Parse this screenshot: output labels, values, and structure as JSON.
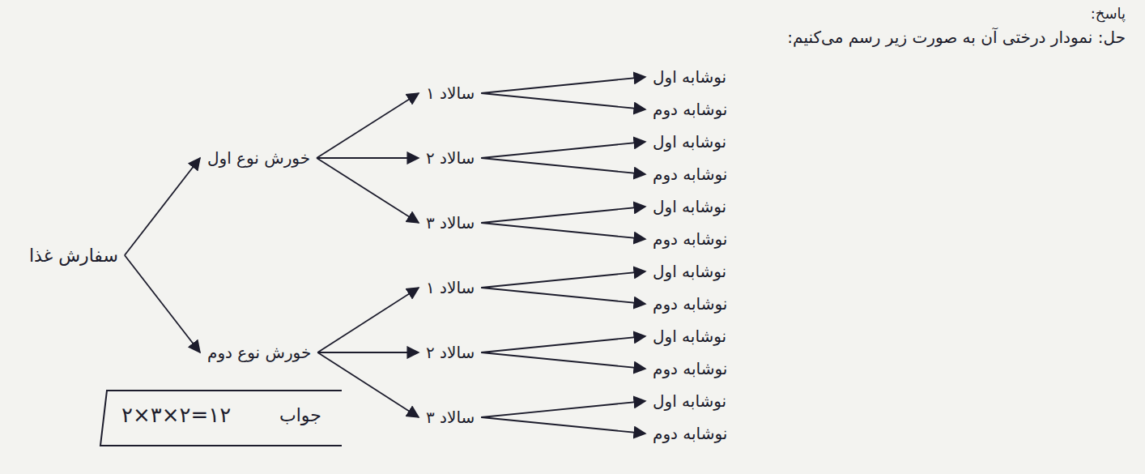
{
  "diagram": {
    "nodes": [
      {
        "text": [
          "سفارش غذا"
        ]
      },
      {
        "text": [
          "خورش نوع اول"
        ]
      },
      {
        "text": [
          "سالاد ۱"
        ]
      },
      {
        "text": [
          "سالاد ۲"
        ]
      },
      {
        "text": [
          "سالاد ۳"
        ]
      },
      {
        "text": [
          "نوشابه اول"
        ]
      },
      {
        "text": [
          "نوشابه دوم"
        ]
      },
      {
        "text": [
          "نوشابه اول"
        ]
      },
      {
        "text": [
          "نوشابه دوم"
        ]
      },
      {
        "text": [
          "نوشابه اول"
        ]
      },
      {
        "text": [
          "نوشابه دوم"
        ]
      },
      {
        "text": [
          "خورش نوع دوم"
        ]
      },
      {
        "text": [
          "سالاد ۱"
        ]
      },
      {
        "text": [
          "سالاد ۲"
        ]
      },
      {
        "text": [
          "سالاد ۳"
        ]
      },
      {
        "text": [
          "نوشابه اول"
        ]
      },
      {
        "text": [
          "نوشابه دوم"
        ]
      },
      {
        "text": [
          "نوشابه اول"
        ]
      },
      {
        "text": [
          "نوشابه دوم"
        ]
      },
      {
        "text": [
          "نوشابه اول"
        ]
      },
      {
        "text": [
          "نوشابه دوم"
        ]
      }
    ],
    "edges": [
      {
        "from": 0,
        "to": 1,
        "arrow": "to"
      },
      {
        "from": 1,
        "to": 2,
        "arrow": "to"
      },
      {
        "from": 1,
        "to": 3,
        "arrow": "to"
      },
      {
        "from": 1,
        "to": 4,
        "arrow": "to"
      },
      {
        "from": 2,
        "to": 5,
        "arrow": "to"
      },
      {
        "from": 2,
        "to": 6,
        "arrow": "to"
      },
      {
        "from": 3,
        "to": 7,
        "arrow": "to"
      },
      {
        "from": 3,
        "to": 8,
        "arrow": "to"
      },
      {
        "from": 4,
        "to": 9,
        "arrow": "to"
      },
      {
        "from": 4,
        "to": 10,
        "arrow": "to"
      },
      {
        "from": 0,
        "to": 11,
        "arrow": "to"
      },
      {
        "from": 11,
        "to": 12,
        "arrow": "to"
      },
      {
        "from": 11,
        "to": 13,
        "arrow": "to"
      },
      {
        "from": 11,
        "to": 14,
        "arrow": "to"
      },
      {
        "from": 12,
        "to": 15,
        "arrow": "to"
      },
      {
        "from": 12,
        "to": 16,
        "arrow": "to"
      },
      {
        "from": 13,
        "to": 17,
        "arrow": "to"
      },
      {
        "from": 13,
        "to": 18,
        "arrow": "to"
      },
      {
        "from": 14,
        "to": 19,
        "arrow": "to"
      },
      {
        "from": 14,
        "to": 20,
        "arrow": "to"
      }
    ],
    "labels": [
      "پاسخ:",
      "حل: نمودار درختی آن به صورت زیر رسم می‌کنیم:",
      "۲×۳×۲=۱۲",
      "جواب"
    ]
  }
}
